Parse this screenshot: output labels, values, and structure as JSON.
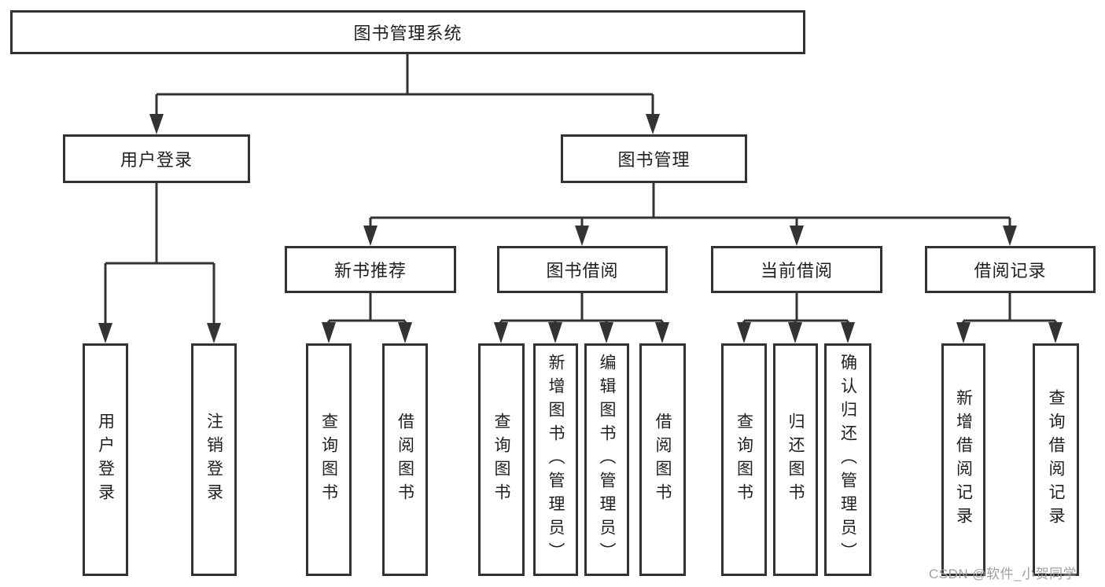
{
  "tree": {
    "label": "图书管理系统",
    "children": [
      {
        "label": "用户登录",
        "children": [
          {
            "label": "用户登录"
          },
          {
            "label": "注销登录"
          }
        ]
      },
      {
        "label": "图书管理",
        "children": [
          {
            "label": "新书推荐",
            "children": [
              {
                "label": "查询图书"
              },
              {
                "label": "借阅图书"
              }
            ]
          },
          {
            "label": "图书借阅",
            "children": [
              {
                "label": "查询图书"
              },
              {
                "label": "新增图书（管理员）"
              },
              {
                "label": "编辑图书（管理员）"
              },
              {
                "label": "借阅图书"
              }
            ]
          },
          {
            "label": "当前借阅",
            "children": [
              {
                "label": "查询图书"
              },
              {
                "label": "归还图书"
              },
              {
                "label": "确认归还（管理员）"
              }
            ]
          },
          {
            "label": "借阅记录",
            "children": [
              {
                "label": "新增借阅记录"
              },
              {
                "label": "查询借阅记录"
              }
            ]
          }
        ]
      }
    ]
  },
  "watermark": {
    "text": "CSDN @软件_小贺同学"
  },
  "colors": {
    "line": "#333333",
    "text": "#1f1f1f",
    "watermark": "#a0a0a0",
    "background": "#ffffff"
  }
}
